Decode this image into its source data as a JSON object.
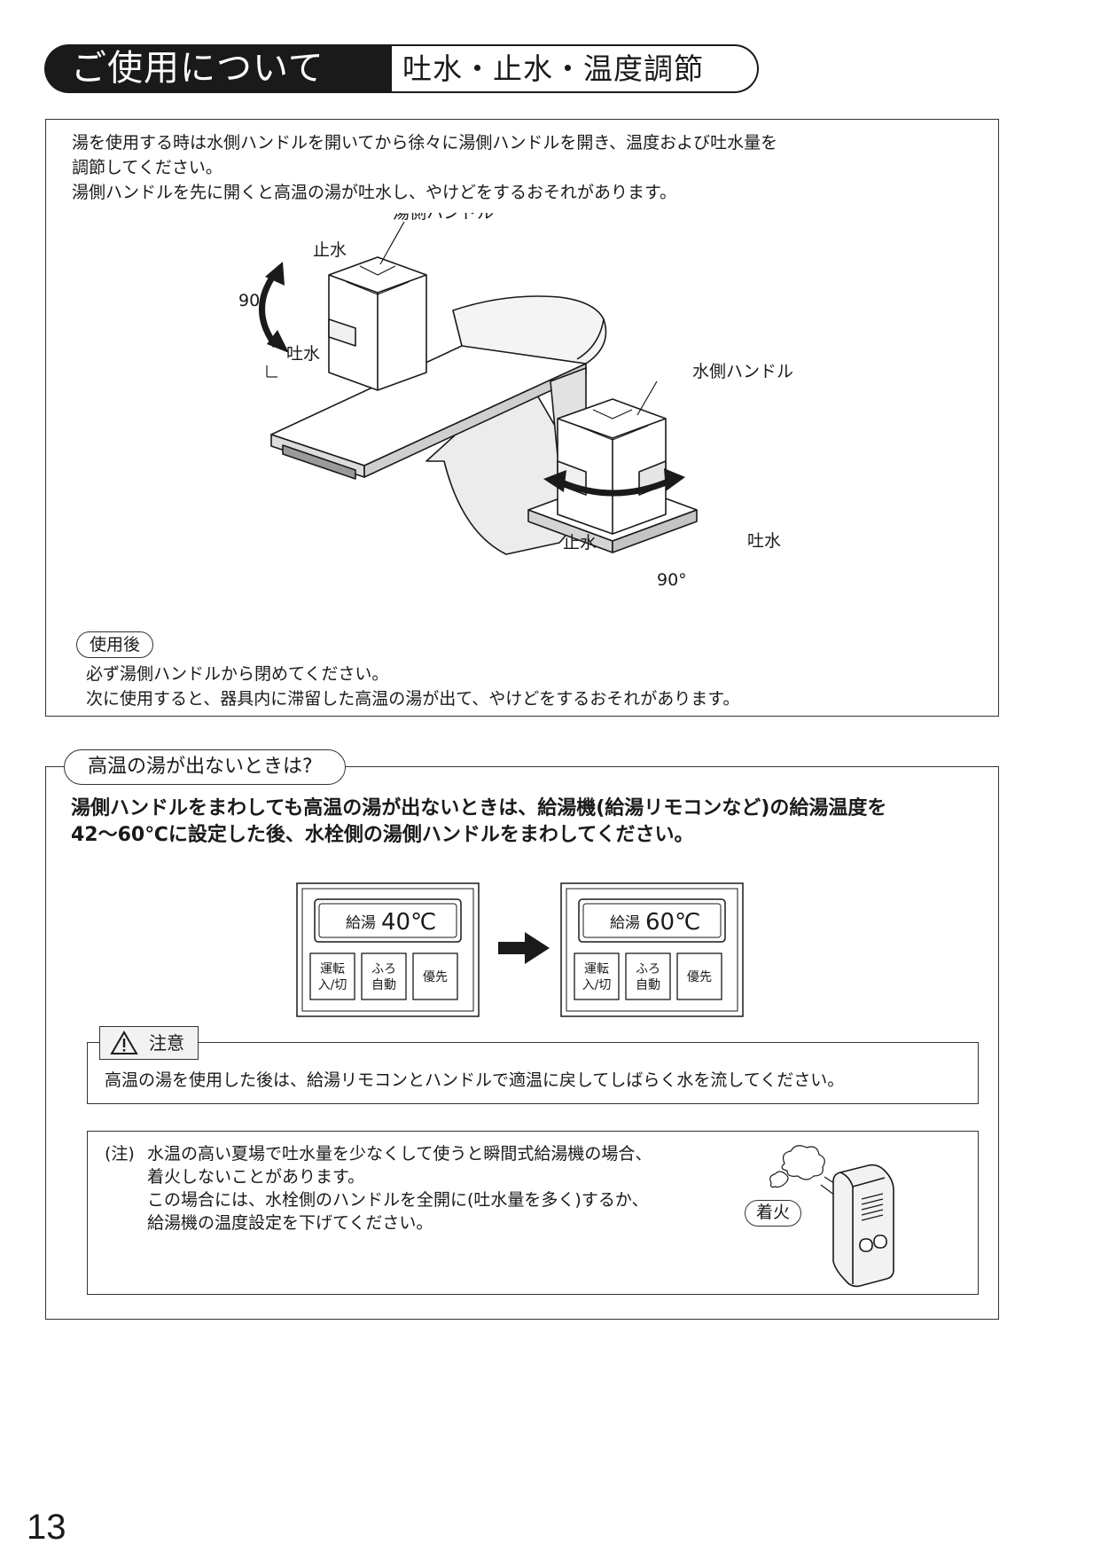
{
  "header": {
    "title": "ご使用について",
    "subtitle": "吐水・止水・温度調節"
  },
  "intro": {
    "lines": [
      "湯を使用する時は水側ハンドルを開いてから徐々に湯側ハンドルを開き、温度および吐水量を",
      "調節してください。",
      "湯側ハンドルを先に開くと高温の湯が吐水し、やけどをするおそれがあります。"
    ]
  },
  "figure1": {
    "hot_handle_label": "湯側ハンドル",
    "cold_handle_label": "水側ハンドル",
    "stop_label": "止水",
    "discharge_label": "吐水",
    "angle_label": "90°"
  },
  "after_use": {
    "label": "使用後",
    "lines": [
      "必ず湯側ハンドルから閉めてください。",
      "次に使用すると、器具内に滞留した高温の湯が出て、やけどをするおそれがあります。"
    ]
  },
  "no_hot_water": {
    "title": "高温の湯が出ないときは?",
    "lead_lines": [
      "湯側ハンドルをまわしても高温の湯が出ないときは、給湯機(給湯リモコンなど)の給湯温度を",
      "42～60℃に設定した後、水栓側の湯側ハンドルをまわしてください。"
    ]
  },
  "remotes": {
    "before": {
      "prefix": "給湯",
      "temp": "40℃"
    },
    "after": {
      "prefix": "給湯",
      "temp": "60℃"
    },
    "buttons": {
      "power_line1": "運転",
      "power_line2": "入/切",
      "bath_line1": "ふろ",
      "bath_line2": "自動",
      "priority": "優先"
    }
  },
  "caution": {
    "label": "注意",
    "text": "高温の湯を使用した後は、給湯リモコンとハンドルで適温に戻してしばらく水を流してください。"
  },
  "note": {
    "mark": "(注)",
    "lines": [
      "水温の高い夏場で吐水量を少なくして使うと瞬間式給湯機の場合、",
      "着火しないことがあります。",
      "この場合には、水栓側のハンドルを全開に(吐水量を多く)するか、",
      "給湯機の温度設定を下げてください。"
    ],
    "ignition_label": "着火"
  },
  "page_number": "13"
}
